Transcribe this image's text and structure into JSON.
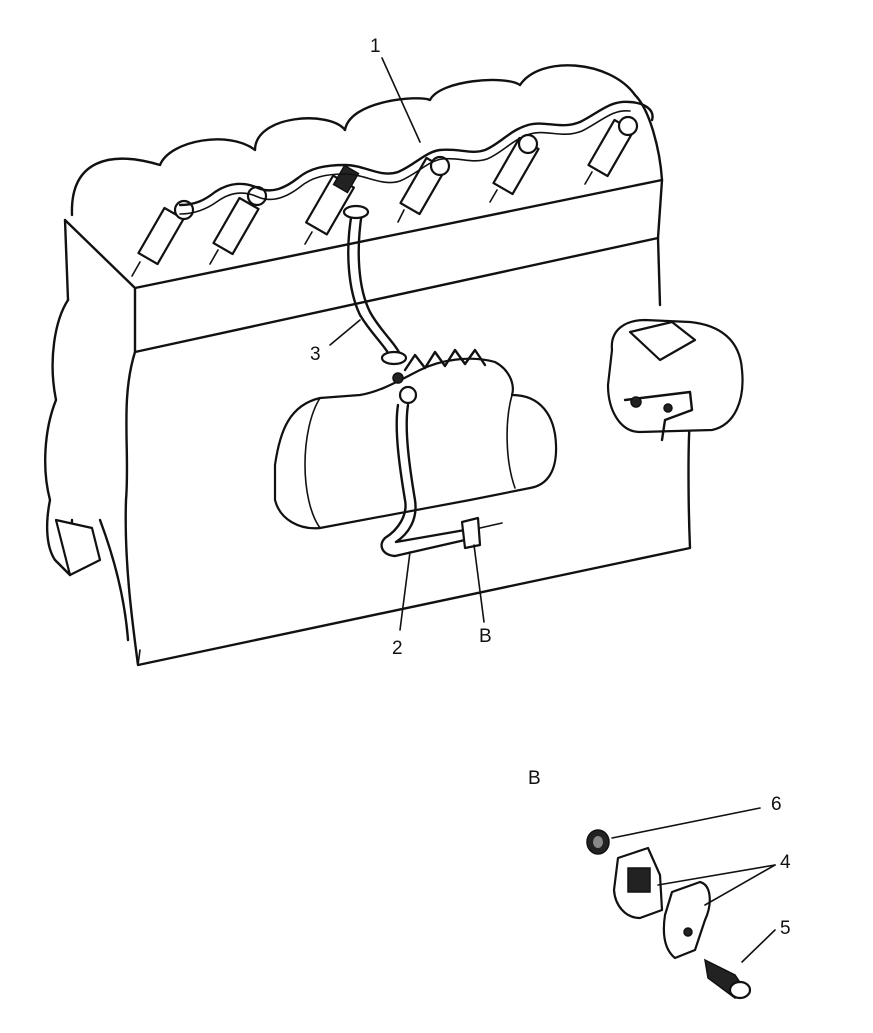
{
  "callouts": {
    "c1": "1",
    "c2": "2",
    "c3": "3",
    "c4": "4",
    "c5": "5",
    "c6": "6",
    "detail_ref": "B",
    "detail_title": "B"
  }
}
